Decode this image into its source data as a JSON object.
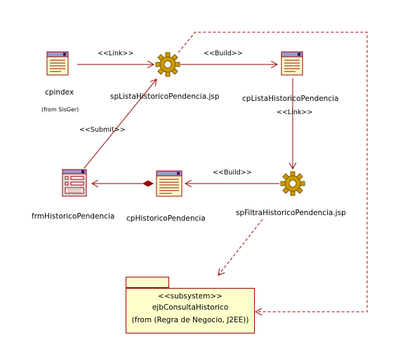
{
  "nodes": {
    "cpindex": {
      "name": "cpindex",
      "owner": "(from SisGer)"
    },
    "spListaHistoricoPendencia": {
      "name": "spListaHistoricoPendencia.jsp"
    },
    "cpListaHistoricoPendencia": {
      "name": "cpListaHistoricoPendencia"
    },
    "spFiltraHistoricoPendencia": {
      "name": "spFiltraHistoricoPendencia.jsp"
    },
    "cpHistoricoPendencia": {
      "name": "cpHistoricoPendencia"
    },
    "frmHistoricoPendencia": {
      "name": "frmHistoricoPendencia"
    }
  },
  "relations": {
    "link1": "<<Link>>",
    "build1": "<<Build>>",
    "link2": "<<Link>>",
    "build2": "<<Build>>",
    "submit": "<<Submit>>"
  },
  "package": {
    "stereotype": "<<subsystem>>",
    "name": "ejbConsultaHistorico",
    "owner": "(from (Regra de Negocio, J2EE))"
  },
  "colors": {
    "line": "#990000",
    "page_fill": "#ffffcc",
    "page_header": "#9999cc",
    "gear": "#cc9900",
    "package_fill": "#ffffcc"
  },
  "icons": {
    "client_page": "client-page-icon",
    "server_page": "server-page-gear-icon",
    "form": "html-form-icon",
    "package": "package-icon"
  }
}
